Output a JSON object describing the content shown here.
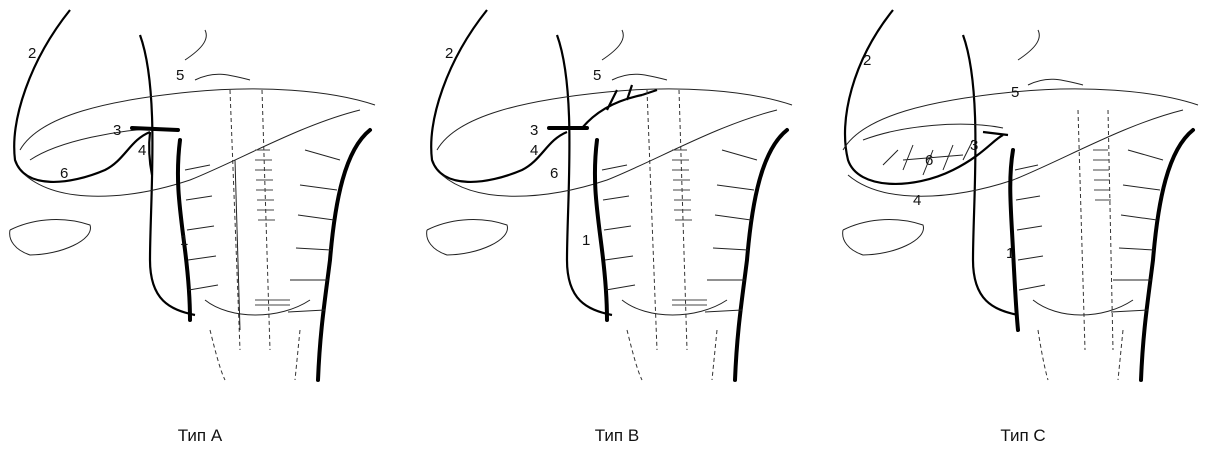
{
  "panels": [
    {
      "caption": "Тип А",
      "labels": {
        "l1": "1",
        "l2": "2",
        "l3": "3",
        "l4": "4",
        "l5": "5",
        "l6": "6"
      }
    },
    {
      "caption": "Тип В",
      "labels": {
        "l1": "1",
        "l2": "2",
        "l3": "3",
        "l4": "4",
        "l5": "5",
        "l6": "6"
      }
    },
    {
      "caption": "Тип С",
      "labels": {
        "l1": "1",
        "l2": "2",
        "l3": "3",
        "l4": "4",
        "l5": "5",
        "l6": "6"
      }
    }
  ]
}
